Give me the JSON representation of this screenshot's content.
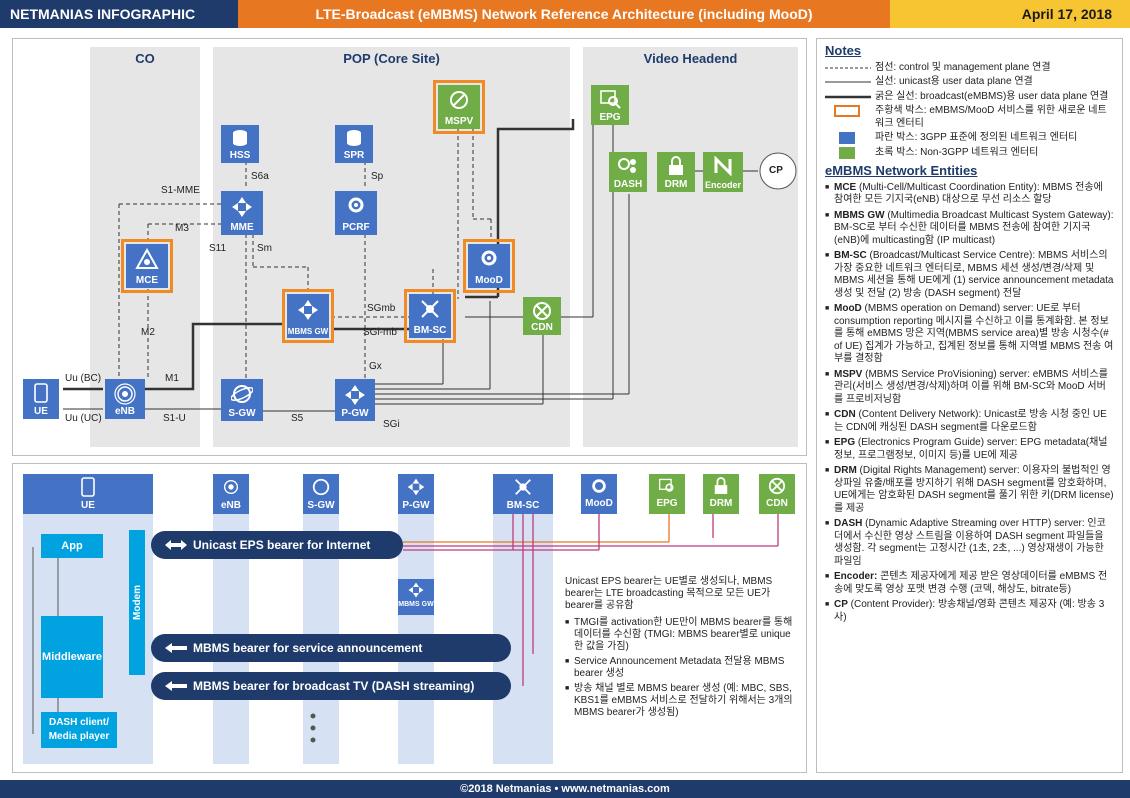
{
  "header": {
    "brand": "NETMANIAS INFOGRAPHIC",
    "title": "LTE-Broadcast (eMBMS) Network Reference Architecture (including MooD)",
    "date": "April 17, 2018"
  },
  "footer": "©2018 Netmanias • www.netmanias.com",
  "zones": {
    "co": "CO",
    "pop": "POP (Core Site)",
    "headend": "Video Headend"
  },
  "nodes": {
    "ue": "UE",
    "enb": "eNB",
    "mce": "MCE",
    "hss": "HSS",
    "spr": "SPR",
    "mme": "MME",
    "pcrf": "PCRF",
    "sgw": "S-GW",
    "pgw": "P-GW",
    "mbmsgw": "MBMS GW",
    "bmsc": "BM-SC",
    "mood": "MooD",
    "mspv": "MSPV",
    "epg": "EPG",
    "dash": "DASH",
    "drm": "DRM",
    "encoder": "Encoder",
    "cdn": "CDN",
    "cp": "CP"
  },
  "iface": {
    "uu_bc": "Uu (BC)",
    "uu_uc": "Uu (UC)",
    "m1": "M1",
    "m2": "M2",
    "m3": "M3",
    "s1mme": "S1-MME",
    "s1u": "S1-U",
    "s5": "S5",
    "s6a": "S6a",
    "sp": "Sp",
    "s11": "S11",
    "sm": "Sm",
    "sgmb": "SGmb",
    "sgimb": "SGi-mb",
    "gx": "Gx",
    "sgi": "SGi"
  },
  "bearer": {
    "ue_parts": {
      "app": "App",
      "middleware": "Middleware",
      "dash_client": "DASH client/ Media player",
      "modem": "Modem"
    },
    "pipes": [
      "Unicast EPS bearer for Internet",
      "MBMS bearer for service announcement",
      "MBMS bearer for broadcast TV (DASH streaming)"
    ],
    "explain_intro": "Unicast EPS bearer는 UE별로 생성되나, MBMS bearer는 LTE broadcasting 목적으로 모든 UE가 bearer를 공유함",
    "explain_items": [
      "TMGI를 activation한 UE만이 MBMS bearer를 통해 데이터를 수신함 (TMGI: MBMS bearer별로 unique한 값을 가짐)",
      "Service Announcement Metadata 전달용 MBMS bearer 생성",
      "방송 채널 별로 MBMS bearer 생성 (예: MBC, SBS, KBS1를 eMBMS 서비스로 전달하기 위해서는 3개의 MBMS bearer가 생성됨)"
    ]
  },
  "notes": {
    "title": "Notes",
    "legend": [
      "점선: control 및 management plane 연결",
      "실선: unicast용 user data plane 연결",
      "굵은 실선: broadcast(eMBMS)용 user data plane 연결",
      "주황색 박스: eMBMS/MooD 서비스를 위한 새로운 네트워크 엔터티",
      "파란 박스: 3GPP 표준에 정의된 네트워크 엔터티",
      "초록 박스: Non-3GPP 네트워크 엔터티"
    ],
    "entities_title": "eMBMS Network Entities",
    "entities": [
      {
        "name": "MCE",
        "desc": " (Multi-Cell/Multicast Coordination Entity): MBMS 전송에 참여한 모든 기지국(eNB) 대상으로 무선 리소스 할당"
      },
      {
        "name": "MBMS GW",
        "desc": " (Multimedia Broadcast Multicast System Gateway): BM-SC로 부터 수신한 데이터를 MBMS 전송에 참여한 기지국(eNB)에 multicasting함 (IP multicast)"
      },
      {
        "name": "BM-SC",
        "desc": " (Broadcast/Multicast Service Centre): MBMS 서비스의 가장 중요한 네트워크 엔터티로, MBMS 세션 생성/변경/삭제 및 MBMS 세션을 통해 UE에게 (1) service announcement metadata 생성 및 전달 (2) 방송 (DASH segment) 전달"
      },
      {
        "name": "MooD",
        "desc": " (MBMS operation on Demand) server: UE로 부터 consumption reporting 메시지를 수신하고 이를 통계화함. 본 정보를 통해 eMBMS 망은 지역(MBMS service area)별 방송 시청수(# of UE) 집계가 가능하고, 집계된 정보를 통해 지역별 MBMS 전송 여부를 결정함"
      },
      {
        "name": "MSPV",
        "desc": " (MBMS Service ProVisioning) server: eMBMS 서비스를 관리(서비스 생성/변경/삭제)하며 이를 위해 BM-SC와 MooD 서버를 프로비저닝함"
      },
      {
        "name": "CDN",
        "desc": " (Content Delivery Network): Unicast로 방송 시청 중인 UE는 CDN에 캐싱된 DASH segment를 다운로드함"
      },
      {
        "name": "EPG",
        "desc": " (Electronics Program Guide) server: EPG metadata(채널정보, 프로그램정보, 이미지 등)를 UE에 제공"
      },
      {
        "name": "DRM",
        "desc": " (Digital Rights Management) server: 이용자의 불법적인 영상파일 유출/배포를 방지하기 위해 DASH segment를 암호화하며, UE에게는 암호화된 DASH segment를 풀기 위한 키(DRM license)를 제공"
      },
      {
        "name": "DASH",
        "desc": " (Dynamic Adaptive Streaming over HTTP) server: 인코더에서 수신한 영상 스트림을 이용하여 DASH segment 파일들을 생성함. 각 segment는 고정시간 (1초, 2초, ...) 영상재생이 가능한 파일임"
      },
      {
        "name": "Encoder:",
        "desc": " 콘텐츠 제공자에게 제공 받은 영상데이터를 eMBMS 전송에 맞도록 영상 포맷 변경 수행 (코덱, 해상도, bitrate등)"
      },
      {
        "name": "CP",
        "desc": " (Content Provider): 방송채널/영화 콘텐츠 제공자 (예: 방송 3사)"
      }
    ]
  },
  "colors": {
    "navy": "#1f3b6b",
    "orange": "#e87722",
    "yellow": "#f7c531",
    "blue": "#4472c4",
    "green": "#70ad47"
  },
  "icons": [
    "phone-icon",
    "antenna-icon",
    "triangle-network-icon",
    "database-icon",
    "cross-arrows-icon",
    "globe-icon",
    "nodes-icon",
    "gear-icon",
    "lock-icon",
    "magnifier-icon",
    "circles-icon",
    "n-icon"
  ]
}
